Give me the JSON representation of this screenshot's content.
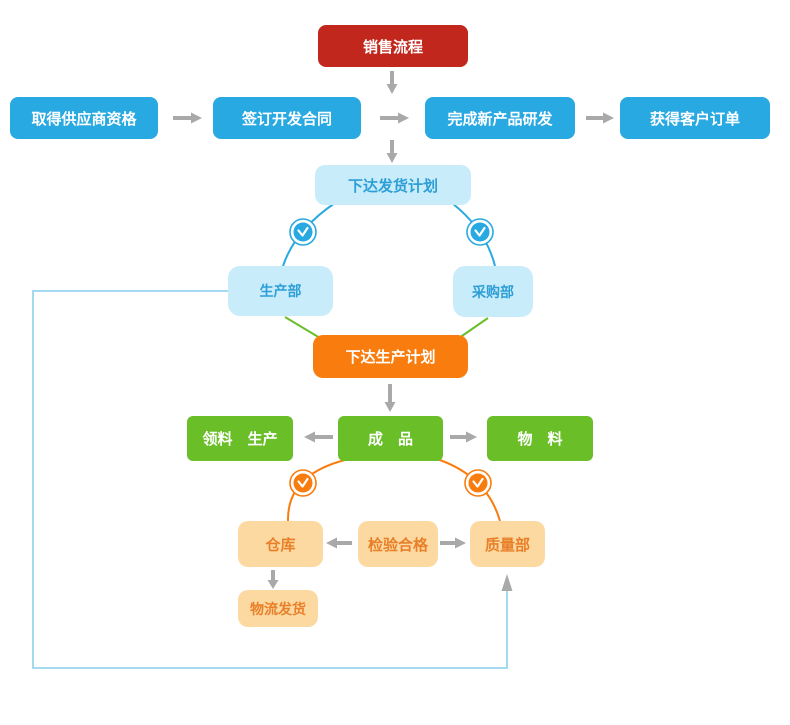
{
  "nodes": {
    "sales_process": "销售流程",
    "supplier_qualification": "取得供应商资格",
    "development_contract": "签订开发合同",
    "new_product_rd": "完成新产品研发",
    "customer_order": "获得客户订单",
    "delivery_plan": "下达发货计划",
    "production_dept": "生产部",
    "purchasing_dept": "采购部",
    "production_plan": "下达生产计划",
    "material_pick_production": "领料　生产",
    "finished_goods": "成　品",
    "materials": "物　料",
    "warehouse": "仓库",
    "inspection_pass": "检验合格",
    "quality_dept": "质量部",
    "logistics_shipping": "物流发货"
  },
  "icons": {
    "clock": "clock-icon (timer badge on connector)"
  },
  "colors": {
    "red": "#c1271d",
    "blue": "#29a9e1",
    "light_blue_fill": "#c9ecfb",
    "light_blue_text": "#2d9fd6",
    "orange": "#f97d0e",
    "green": "#6abf28",
    "tan_fill": "#fcd9a1",
    "tan_text": "#e8802a",
    "gray_arrow": "#a9a9a9",
    "loop_line": "#a5d9ef"
  }
}
